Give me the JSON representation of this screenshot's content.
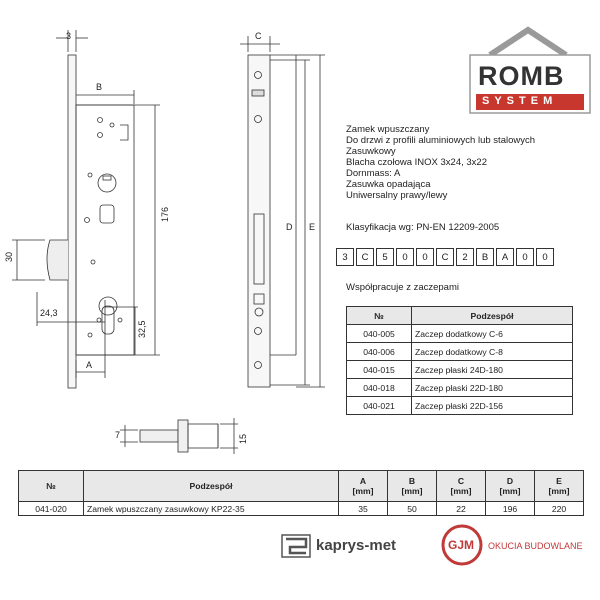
{
  "dimensions": {
    "d3": "3",
    "dB": "B",
    "d176": "176",
    "d30": "30",
    "d24_3": "24,3",
    "d32_5": "32,5",
    "dA": "A",
    "dC": "C",
    "dD": "D",
    "dE": "E",
    "d7": "7",
    "d15": "15"
  },
  "description": {
    "lines": [
      "Zamek wpuszczany",
      "Do drzwi z profili aluminiowych lub stalowych",
      "Zasuwkowy",
      "Blacha czołowa INOX 3x24, 3x22",
      "Dornmass: A",
      "Zasuwka opadająca",
      "Uniwersalny prawy/lewy"
    ],
    "classification": "Klasyfikacja wg: PN-EN 12209-2005",
    "class_codes": [
      "3",
      "C",
      "5",
      "0",
      "0",
      "C",
      "2",
      "B",
      "A",
      "0",
      "0"
    ],
    "cooperates_title": "Współpracuje z zaczepami"
  },
  "cooperates_table": {
    "headers": [
      "№",
      "Podzespół"
    ],
    "rows": [
      [
        "040-005",
        "Zaczep dodatkowy  C-6"
      ],
      [
        "040-006",
        "Zaczep dodatkowy  C-8"
      ],
      [
        "040-015",
        "Zaczep płaski 24D-180"
      ],
      [
        "040-018",
        "Zaczep płaski 22D-180"
      ],
      [
        "040-021",
        "Zaczep płaski 22D-156"
      ]
    ]
  },
  "main_table": {
    "headers": {
      "no": "№",
      "part": "Podzespół",
      "a": "A",
      "b": "B",
      "c": "C",
      "d": "D",
      "e": "E",
      "unit": "[mm]"
    },
    "row": {
      "no": "041-020",
      "part": "Zamek wpuszczany zasuwkowy KP22-35",
      "a": "35",
      "b": "50",
      "c": "22",
      "d": "196",
      "e": "220"
    }
  },
  "logos": {
    "romb_top": "ROMB",
    "romb_bottom": "SYSTEM",
    "kaprys": "kaprys-met",
    "gjm": "GJM",
    "gjm_tag": "OKUCIA BUDOWLANE"
  },
  "colors": {
    "romb_red": "#c8372d",
    "romb_roof": "#8a8a8a",
    "gjm_red": "#c03a3a",
    "table_header": "#e8e8e8"
  }
}
